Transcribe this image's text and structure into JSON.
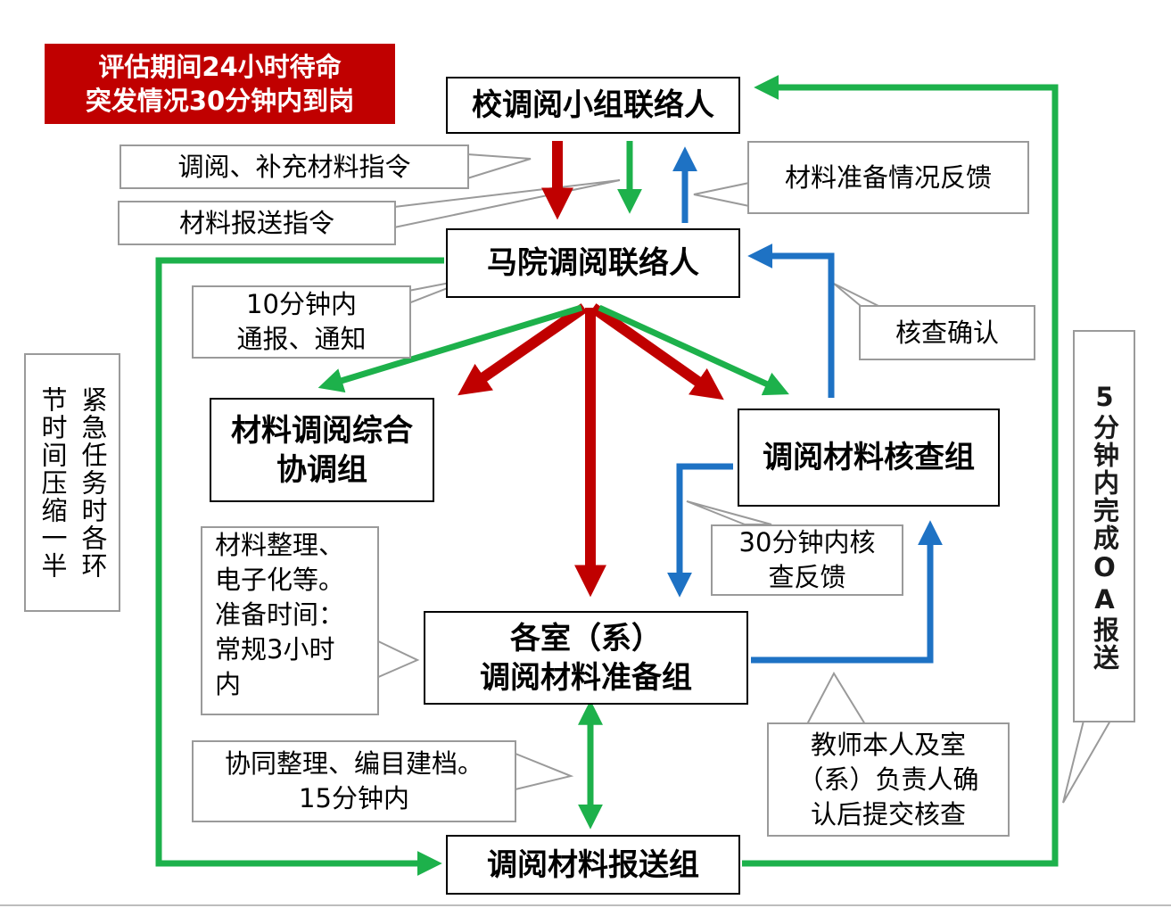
{
  "alert": {
    "line1": "评估期间24小时待命",
    "line2": "突发情况30分钟内到岗",
    "bg_color": "#c00000"
  },
  "nodes": {
    "school_contact": "校调阅小组联络人",
    "college_contact": "马院调阅联络人",
    "coord_group_1": "材料调阅综合",
    "coord_group_2": "协调组",
    "check_group": "调阅材料核查组",
    "prep_group_1": "各室（系）",
    "prep_group_2": "调阅材料准备组",
    "send_group": "调阅材料报送组"
  },
  "notes": {
    "instr_supplement": "调阅、补充材料指令",
    "instr_send": "材料报送指令",
    "feedback": "材料准备情况反馈",
    "notify_1": "10分钟内",
    "notify_2": "通报、通知",
    "verify": "核查确认",
    "check_feedback_1": "30分钟内核",
    "check_feedback_2": "查反馈",
    "prep_1": "材料整理、",
    "prep_2": "电子化等。",
    "prep_3": "准备时间：",
    "prep_4": "常规3小时",
    "prep_5": "内",
    "archive_1": "协同整理、编目建档。",
    "archive_2": "15分钟内",
    "submit_1": "教师本人及室",
    "submit_2": "（系）负责人确",
    "submit_3": "认后提交核查",
    "urgent_a": "紧急任务时各环",
    "urgent_b": "节时间压缩一半",
    "oa_report": "5分钟内完成OA报送"
  },
  "colors": {
    "instruction_arrow": "#c00000",
    "notify_arrow": "#1db14b",
    "feedback_arrow": "#1e72c4",
    "note_border": "#9a9a9a"
  }
}
